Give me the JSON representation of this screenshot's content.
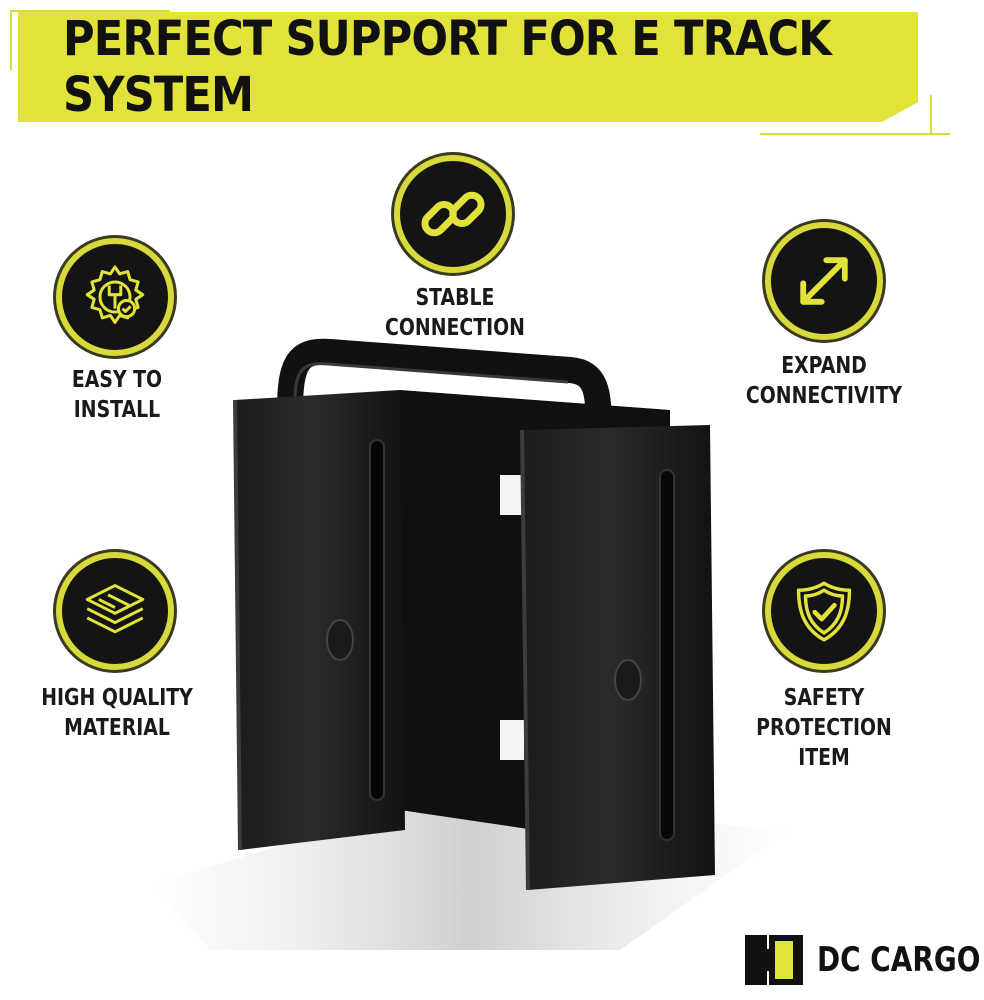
{
  "banner": {
    "title": "PERFECT SUPPORT FOR E TRACK SYSTEM"
  },
  "features": {
    "stable": {
      "icon": "link-chain-icon",
      "line1": "STABLE",
      "line2": "CONNECTION"
    },
    "install": {
      "icon": "gear-wrench-icon",
      "line1": "EASY TO",
      "line2": "INSTALL"
    },
    "expand": {
      "icon": "expand-arrows-icon",
      "line1": "EXPAND",
      "line2": "CONNECTIVITY"
    },
    "material": {
      "icon": "layers-icon",
      "line1": "HIGH QUALITY",
      "line2": "MATERIAL"
    },
    "safety": {
      "icon": "shield-check-icon",
      "line1": "SAFETY PROTECTION",
      "line2": "ITEM"
    }
  },
  "brand": {
    "name": "DC CARGO"
  },
  "colors": {
    "accent": "#e1e23a",
    "badge_bg": "#141414",
    "text": "#1a1a1a"
  }
}
